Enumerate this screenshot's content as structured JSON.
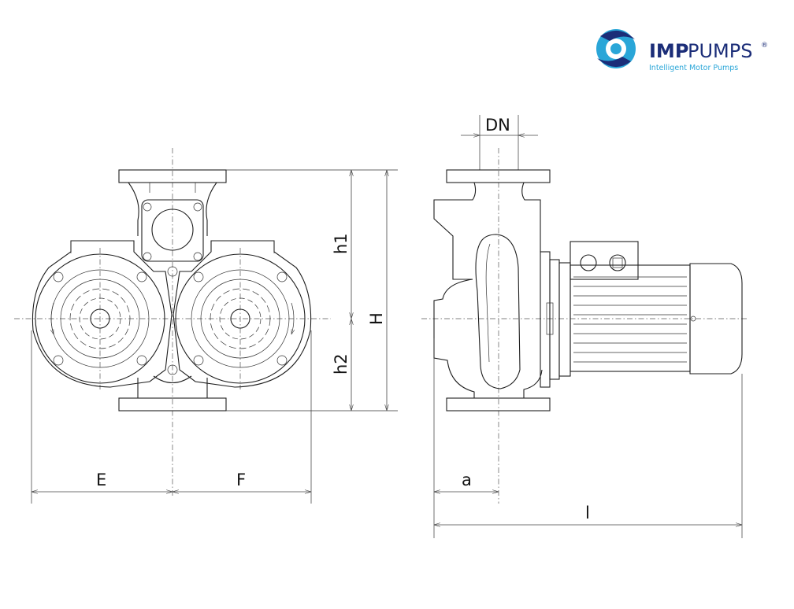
{
  "logo": {
    "brand_bold": "IMP",
    "brand_regular": "PUMPS",
    "registered": "®",
    "tagline": "Intelligent Motor Pumps",
    "colors": {
      "navy": "#1b2d78",
      "cyan": "#2aa6d8"
    }
  },
  "dimensions": {
    "E": "E",
    "F": "F",
    "h1": "h1",
    "h2": "h2",
    "H": "H",
    "DN": "DN",
    "a": "a",
    "l": "l"
  }
}
